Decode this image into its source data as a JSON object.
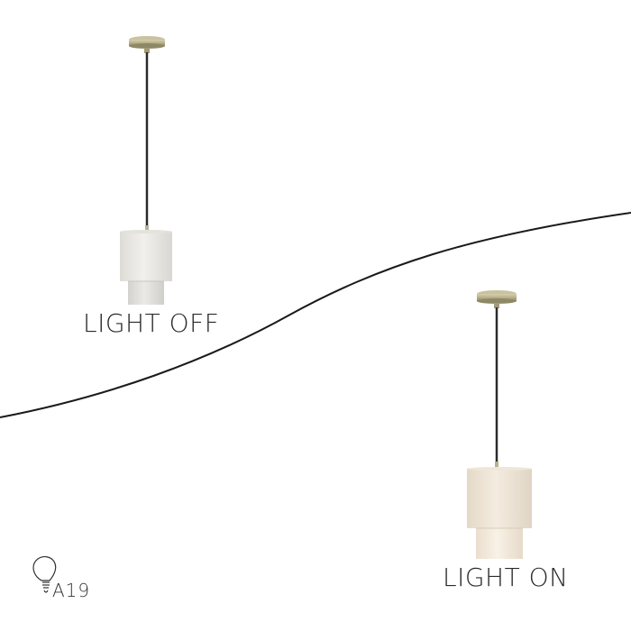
{
  "image": {
    "description_labels": {
      "off_label": "LIGHT OFF",
      "on_label": "LIGHT ON",
      "bulb_type": "A19"
    },
    "icons": {
      "bulb": "lightbulb-icon"
    },
    "colors": {
      "background": "#ffffff",
      "divider_line": "#1a1a1a",
      "canopy_brass": "#b8b08c",
      "cord": "#2b2b2b",
      "shade_off": "#ecebe7",
      "shade_on": "#eee4d6",
      "text": "#2a2a2a"
    }
  }
}
